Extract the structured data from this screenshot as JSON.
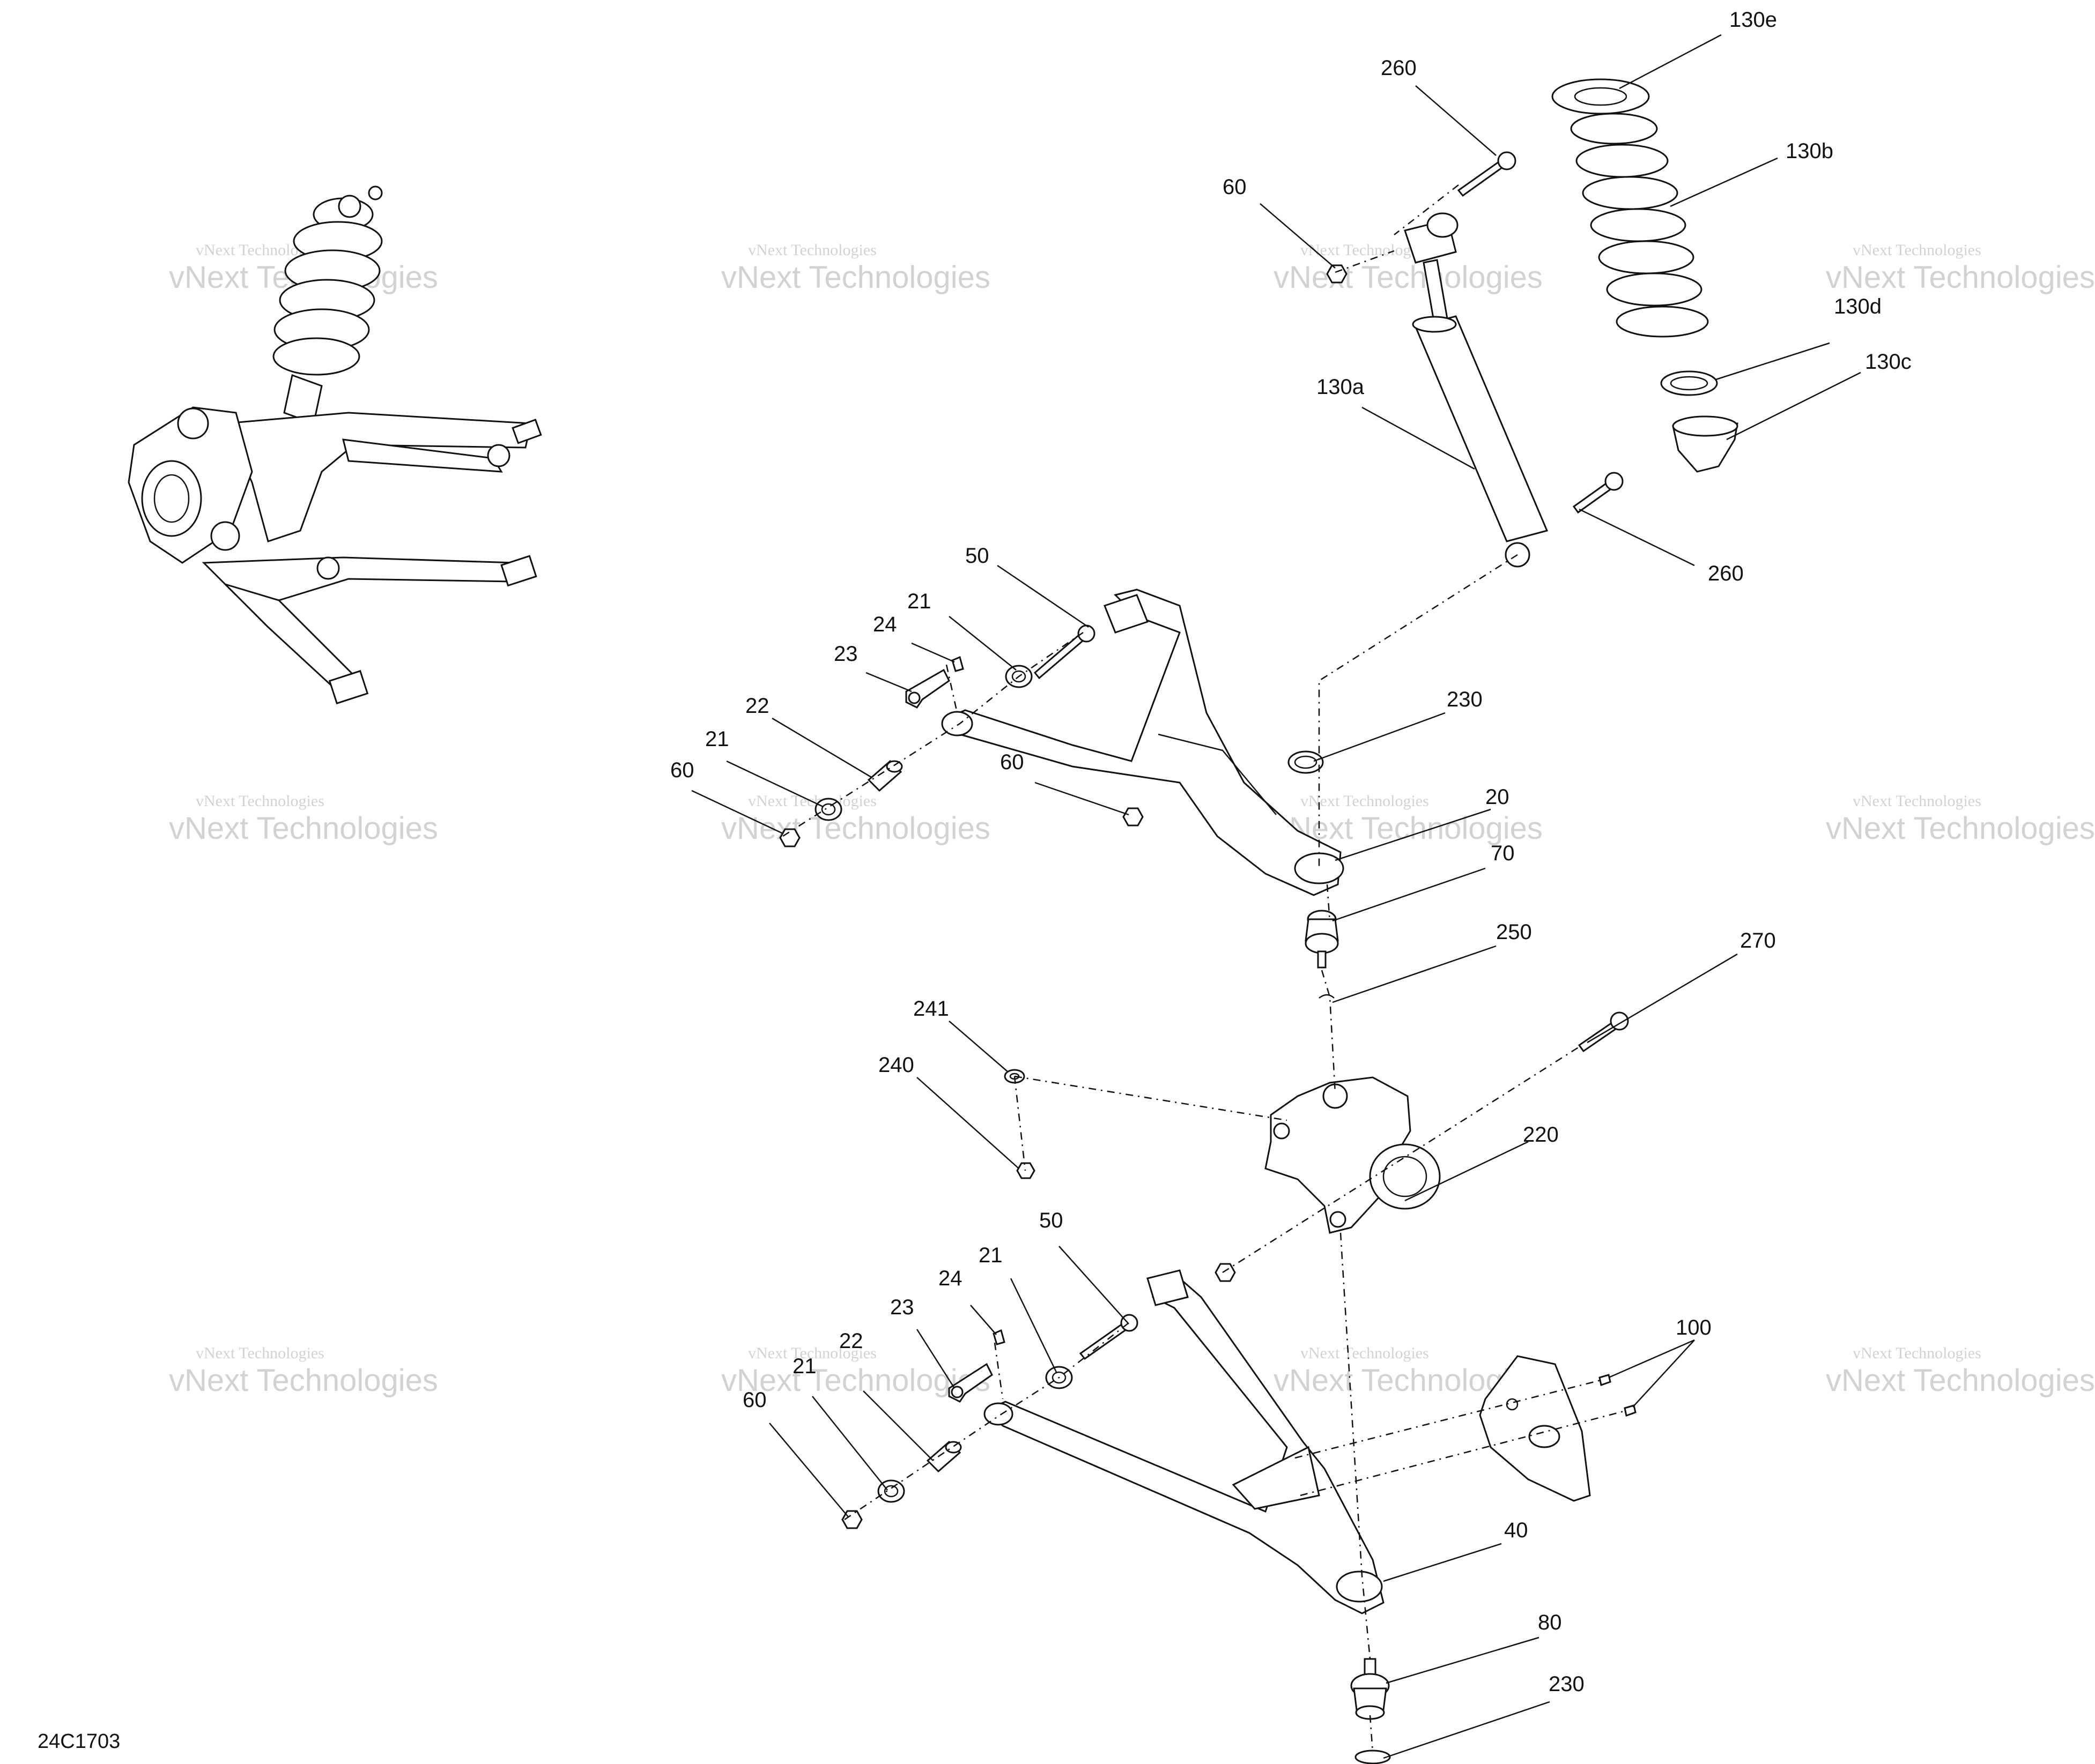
{
  "diagram": {
    "id": "24C1703",
    "callouts": [
      {
        "key": "c130e",
        "label": "130e"
      },
      {
        "key": "c260a",
        "label": "260"
      },
      {
        "key": "c130b",
        "label": "130b"
      },
      {
        "key": "c60a",
        "label": "60"
      },
      {
        "key": "c130d",
        "label": "130d"
      },
      {
        "key": "c130c",
        "label": "130c"
      },
      {
        "key": "c130a",
        "label": "130a"
      },
      {
        "key": "c260b",
        "label": "260"
      },
      {
        "key": "c50a",
        "label": "50"
      },
      {
        "key": "c21a",
        "label": "21"
      },
      {
        "key": "c24a",
        "label": "24"
      },
      {
        "key": "c23a",
        "label": "23"
      },
      {
        "key": "c22a",
        "label": "22"
      },
      {
        "key": "c230a",
        "label": "230"
      },
      {
        "key": "c21b",
        "label": "21"
      },
      {
        "key": "c60b",
        "label": "60"
      },
      {
        "key": "c60c",
        "label": "60"
      },
      {
        "key": "c20",
        "label": "20"
      },
      {
        "key": "c70",
        "label": "70"
      },
      {
        "key": "c250",
        "label": "250"
      },
      {
        "key": "c270",
        "label": "270"
      },
      {
        "key": "c241",
        "label": "241"
      },
      {
        "key": "c240",
        "label": "240"
      },
      {
        "key": "c220",
        "label": "220"
      },
      {
        "key": "c50b",
        "label": "50"
      },
      {
        "key": "c21c",
        "label": "21"
      },
      {
        "key": "c24b",
        "label": "24"
      },
      {
        "key": "c23b",
        "label": "23"
      },
      {
        "key": "c100",
        "label": "100"
      },
      {
        "key": "c22b",
        "label": "22"
      },
      {
        "key": "c21d",
        "label": "21"
      },
      {
        "key": "c60d",
        "label": "60"
      },
      {
        "key": "c40",
        "label": "40"
      },
      {
        "key": "c80",
        "label": "80"
      },
      {
        "key": "c230b",
        "label": "230"
      }
    ]
  },
  "watermark": {
    "line1": "vNext Technologies",
    "line2": "vNext Technologies"
  },
  "colors": {
    "line": "#111111",
    "background": "#ffffff",
    "watermark": "#bfbfbf"
  }
}
